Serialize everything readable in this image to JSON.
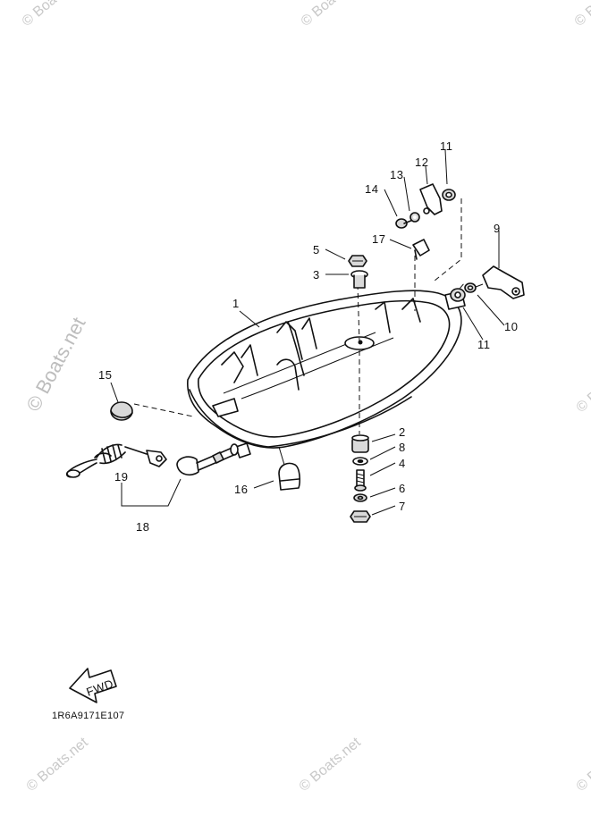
{
  "watermark": {
    "text": "Boats.net",
    "copyright_text": "© Boats.net"
  },
  "part_labels": [
    "1",
    "2",
    "3",
    "4",
    "5",
    "6",
    "7",
    "8",
    "9",
    "10",
    "11",
    "11",
    "12",
    "13",
    "14",
    "15",
    "16",
    "17",
    "18",
    "19"
  ],
  "fwd_label": "FWD",
  "diagram_code": "1R6A9171E107",
  "colors": {
    "ink": "#111111",
    "watermark": "#c9c9c9",
    "background": "#ffffff"
  }
}
